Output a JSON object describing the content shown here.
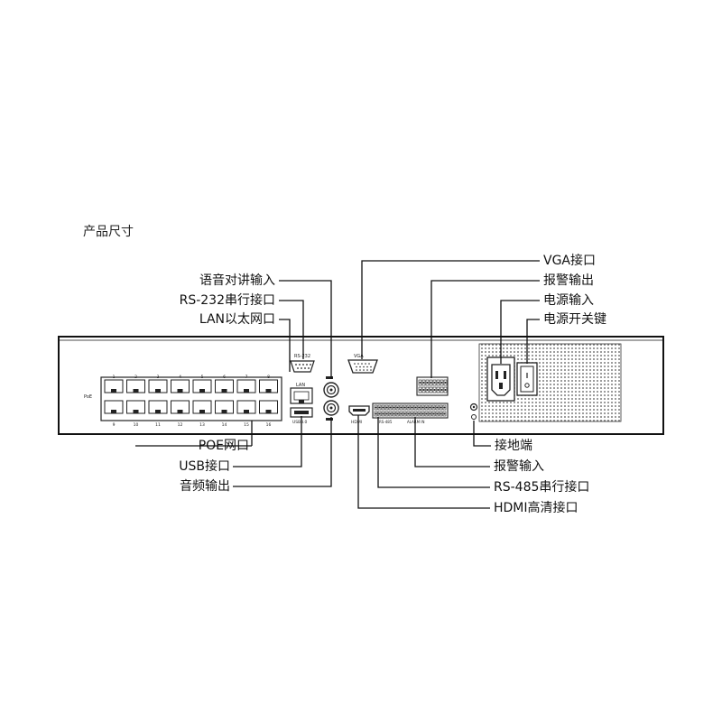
{
  "heading": "产品尺寸",
  "callouts": {
    "audio_in": "语音对讲输入",
    "rs232": "RS-232串行接口",
    "lan": "LAN以太网口",
    "vga": "VGA接口",
    "alarm_out": "报警输出",
    "power_in": "电源输入",
    "power_switch": "电源开关键",
    "poe": "POE网口",
    "usb": "USB接口",
    "audio_out": "音频输出",
    "ground": "接地端",
    "alarm_in": "报警输入",
    "rs485": "RS-485串行接口",
    "hdmi": "HDMI高清接口"
  },
  "panel_text": {
    "poe_tag": "PoE",
    "rs232_tag": "RS-232",
    "lan_tag": "LAN",
    "usb_tag": "USB3.0",
    "vga_tag": "VGA",
    "hdmi_tag": "HDMI",
    "rs485_tag": "RS-485",
    "alarm_tag": "ALARM IN",
    "top_numbers": [
      "1",
      "2",
      "3",
      "4",
      "5",
      "6",
      "7",
      "8"
    ],
    "bottom_numbers": [
      "9",
      "10",
      "11",
      "12",
      "13",
      "14",
      "15",
      "16"
    ]
  }
}
